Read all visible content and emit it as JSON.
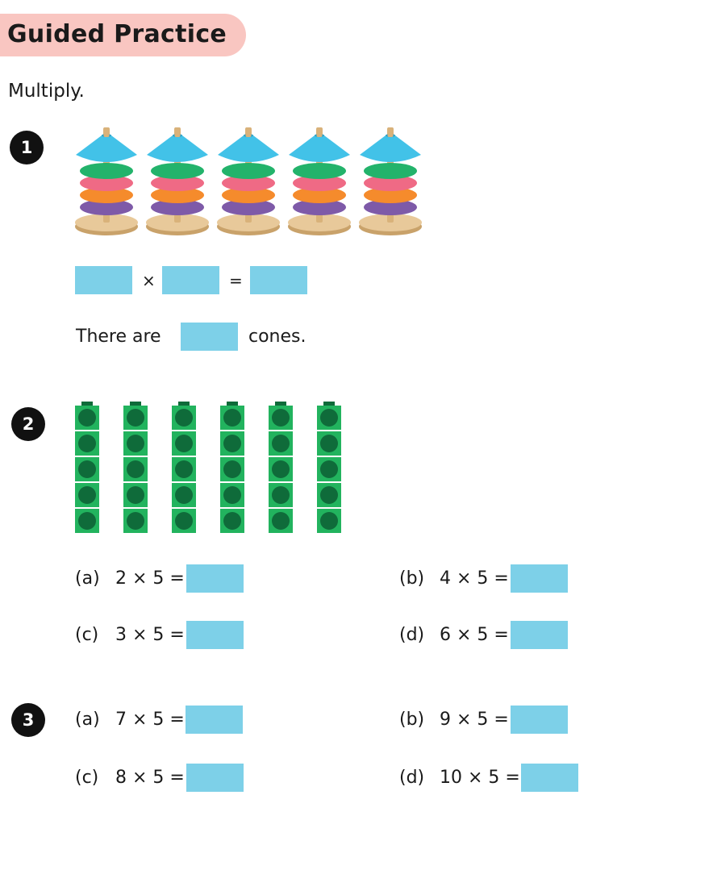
{
  "header": {
    "title": "Guided Practice"
  },
  "instruction": "Multiply.",
  "colors": {
    "banner": "#f9c6c1",
    "answer_box": "#7dd0e8",
    "cube_light": "#22b35e",
    "cube_dark": "#0f6b3a",
    "ring_colors": [
      "#7e5aa8",
      "#f58b2c",
      "#ef6a85",
      "#23b36b",
      "#42c2e8"
    ],
    "base": "#e8c99a"
  },
  "q1": {
    "number": "1",
    "stacks": 5,
    "rings_per_stack": 5,
    "times_sign": "×",
    "equals_sign": "=",
    "sentence_before": "There are",
    "sentence_after": "cones."
  },
  "q2": {
    "number": "2",
    "columns": 6,
    "cubes_per_column": 5,
    "items": [
      {
        "label": "(a)",
        "expr": "2 × 5 ="
      },
      {
        "label": "(b)",
        "expr": "4 × 5 ="
      },
      {
        "label": "(c)",
        "expr": "3 × 5 ="
      },
      {
        "label": "(d)",
        "expr": "6 × 5 ="
      }
    ]
  },
  "q3": {
    "number": "3",
    "items": [
      {
        "label": "(a)",
        "expr": "7 × 5 ="
      },
      {
        "label": "(b)",
        "expr": "9 × 5 ="
      },
      {
        "label": "(c)",
        "expr": "8 × 5 ="
      },
      {
        "label": "(d)",
        "expr": "10 × 5 ="
      }
    ]
  }
}
